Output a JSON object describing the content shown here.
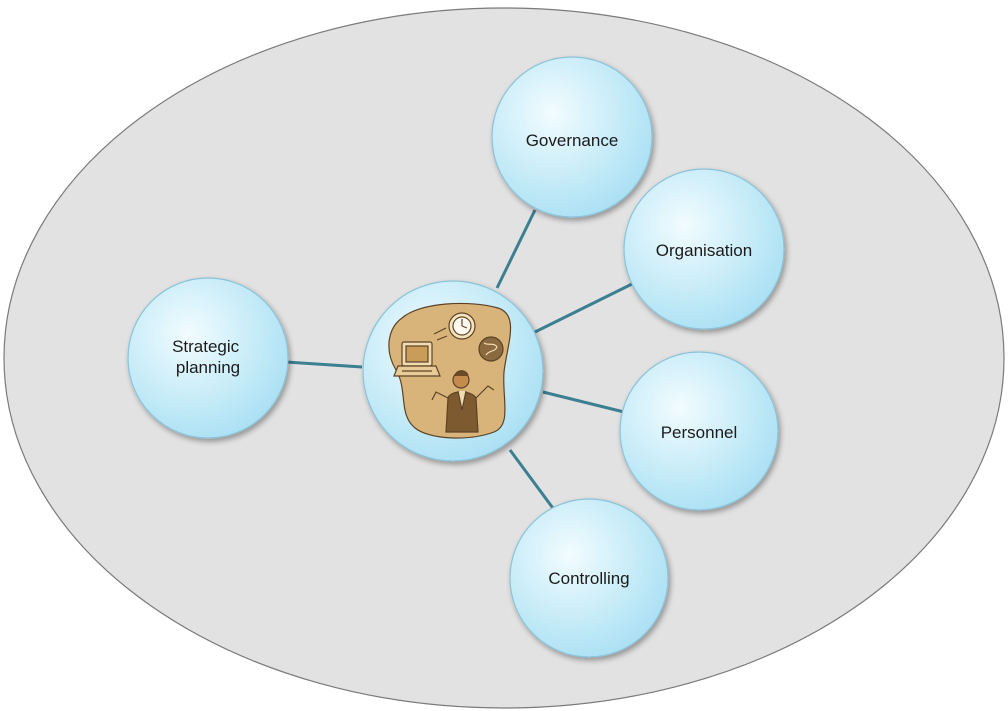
{
  "colors": {
    "outer_fill": "#e2e2e2",
    "outer_stroke": "#7a7a7a",
    "node_fill_light": "#f2fcff",
    "node_fill_dark": "#a9e0f3",
    "node_stroke": "#8cc2d8",
    "connector": "#3b7f91",
    "icon_blob": "#d9b47a",
    "icon_outline": "#5b4326"
  },
  "center": {
    "icon": "person-juggling-tasks-icon"
  },
  "nodes": [
    {
      "id": "governance",
      "lines": [
        "Governance"
      ]
    },
    {
      "id": "organisation",
      "lines": [
        "Organisation"
      ]
    },
    {
      "id": "personnel",
      "lines": [
        "Personnel"
      ]
    },
    {
      "id": "controlling",
      "lines": [
        "Controlling"
      ]
    },
    {
      "id": "strategic-planning",
      "lines": [
        "Strategic",
        "planning"
      ]
    }
  ]
}
